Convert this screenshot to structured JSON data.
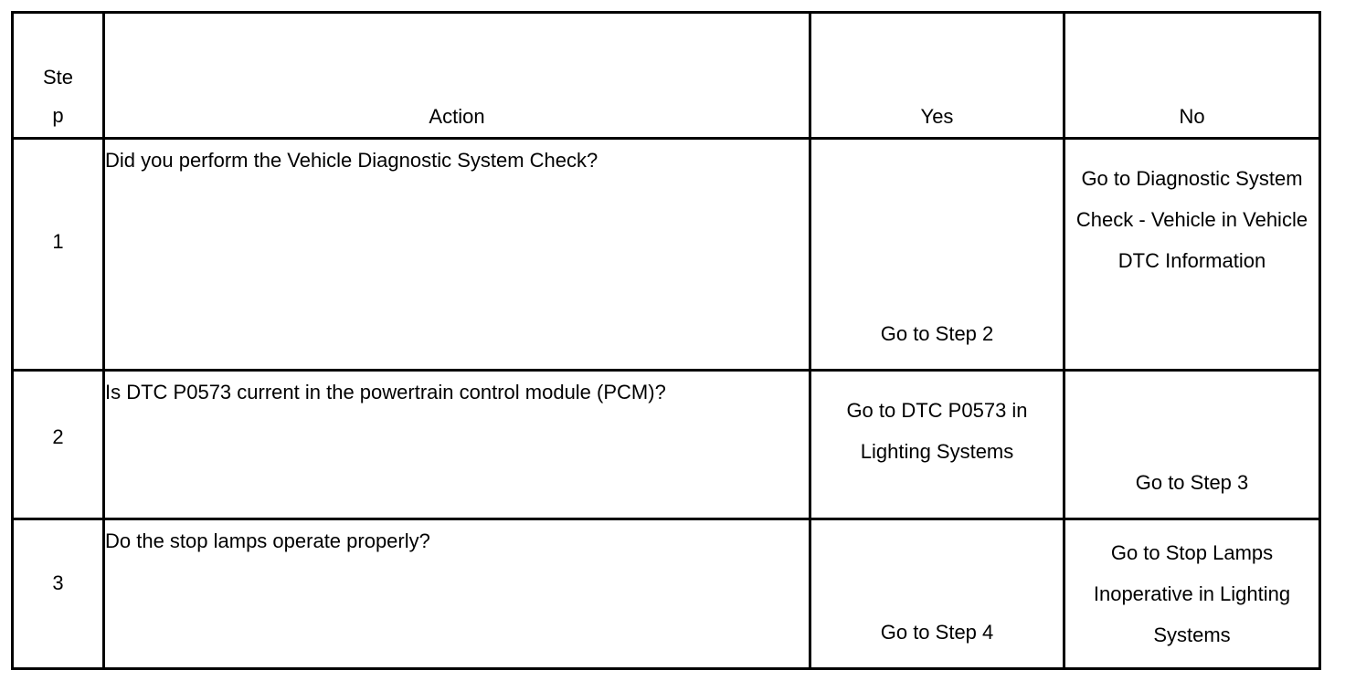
{
  "table": {
    "headers": [
      {
        "id": "step",
        "label": "Step"
      },
      {
        "id": "action",
        "label": "Action"
      },
      {
        "id": "yes",
        "label": "Yes"
      },
      {
        "id": "no",
        "label": "No"
      }
    ],
    "rows": [
      {
        "step": "1",
        "action": "Did you perform the Vehicle Diagnostic System Check?",
        "yes": "Go to Step 2",
        "no": "Go to Diagnostic System Check - Vehicle in Vehicle DTC Information"
      },
      {
        "step": "2",
        "action": "Is DTC P0573 current in the powertrain control module (PCM)?",
        "yes": "Go to DTC P0573 in Lighting Systems",
        "no": "Go to Step 3"
      },
      {
        "step": "3",
        "action": "Do the stop lamps operate properly?",
        "yes": "Go to Step 4",
        "no": "Go to Stop Lamps Inoperative in Lighting Systems"
      }
    ]
  },
  "colors": {
    "border": "#000000",
    "text": "#000000",
    "background": "#ffffff"
  }
}
